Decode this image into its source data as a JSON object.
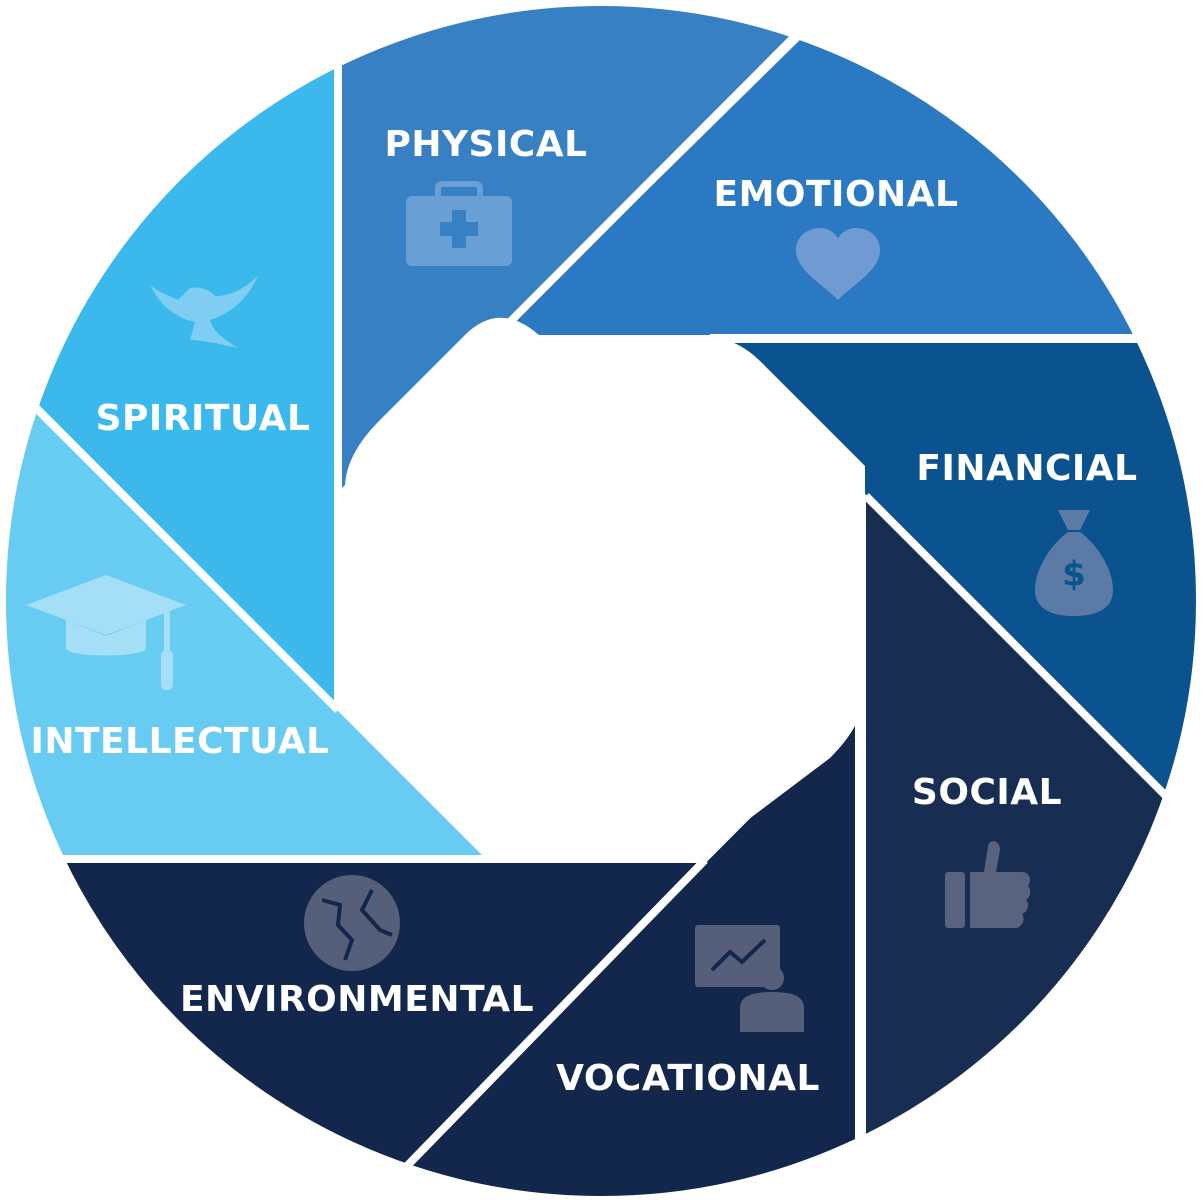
{
  "segments": [
    {
      "label": "PHYSICAL",
      "icon": "first-aid-kit-icon",
      "color": "#3880c4",
      "icon_color": "#6a9fd6"
    },
    {
      "label": "EMOTIONAL",
      "icon": "heart-icon",
      "color": "#2a79c2",
      "icon_color": "#6f9bd2"
    },
    {
      "label": "FINANCIAL",
      "icon": "money-bag-icon",
      "color": "#0b538e",
      "icon_color": "#5b7ba6"
    },
    {
      "label": "SOCIAL",
      "icon": "thumbs-up-icon",
      "color": "#172d52",
      "icon_color": "#59637e"
    },
    {
      "label": "VOCATIONAL",
      "icon": "presentation-icon",
      "color": "#13264b",
      "icon_color": "#555f7a"
    },
    {
      "label": "ENVIRONMENTAL",
      "icon": "globe-icon",
      "color": "#13264b",
      "icon_color": "#555f7a"
    },
    {
      "label": "INTELLECTUAL",
      "icon": "graduation-cap-icon",
      "color": "#67cbf2",
      "icon_color": "#a4dff7"
    },
    {
      "label": "SPIRITUAL",
      "icon": "dove-icon",
      "color": "#3bb9ec",
      "icon_color": "#80cdf3"
    }
  ]
}
